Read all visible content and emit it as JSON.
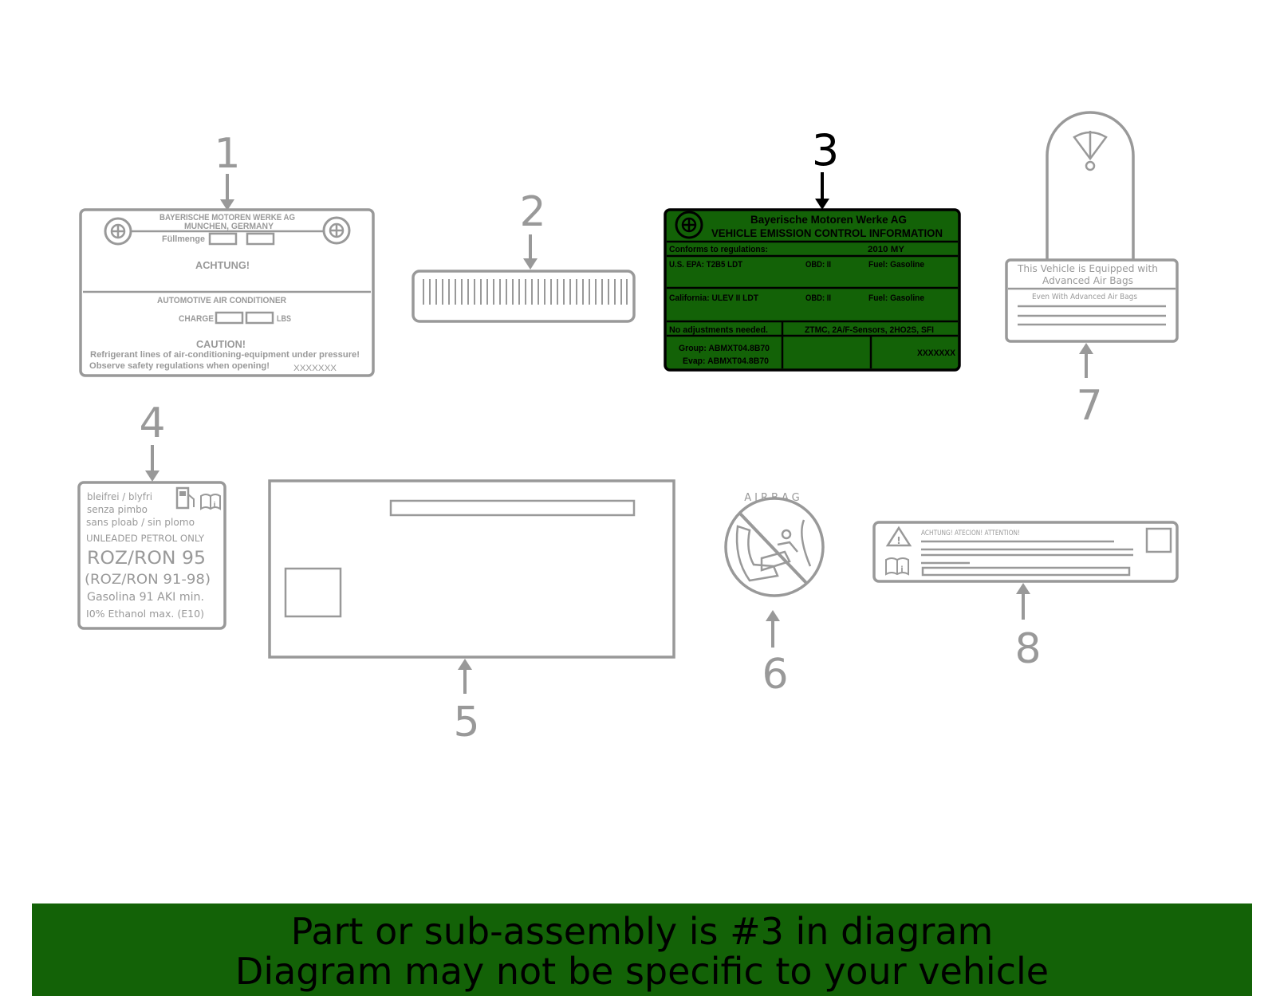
{
  "colors": {
    "line": "#999999",
    "highlight": "#136207",
    "highlight_ink": "#000000"
  },
  "callouts": {
    "c1": "1",
    "c2": "2",
    "c3": "3",
    "c4": "4",
    "c5": "5",
    "c6": "6",
    "c7": "7",
    "c8": "8"
  },
  "label1": {
    "maker": "BAYERISCHE MOTOREN WERKE AG",
    "city": "MUNCHEN, GERMANY",
    "fill": "Füllmenge",
    "warn": "ACHTUNG!",
    "ac": "AUTOMOTIVE AIR CONDITIONER",
    "charge": "CHARGE",
    "lbs": "LBS",
    "caution": "CAUTION!",
    "line1": "Refrigerant lines of air-conditioning-equipment under pressure!",
    "line2": "Observe safety regulations when opening!",
    "code": "XXXXXXX"
  },
  "label3": {
    "maker": "Bayerische Motoren Werke AG",
    "title": "VEHICLE EMISSION CONTROL INFORMATION",
    "conforms": "Conforms to regulations:",
    "year": "2010 MY",
    "epa": "U.S. EPA: T2B5 LDT",
    "obd1": "OBD: II",
    "fuel1": "Fuel: Gasoline",
    "calif": "California: ULEV II LDT",
    "obd2": "OBD: II",
    "fuel2": "Fuel: Gasoline",
    "noadj": "No adjustments needed.",
    "sensors": "ZTMC, 2A/F-Sensors, 2HO2S, SFI",
    "group": "Group: ABMXT04.8B70",
    "evap": "Evap: ABMXT04.8B70",
    "code": "XXXXXXX"
  },
  "label4": {
    "l1": "bleifrei / blyfri",
    "l2": "senza pimbo",
    "l3": "sans ploab  / sin plomo",
    "l4": "UNLEADED PETROL ONLY",
    "l5": "ROZ/RON 95",
    "l6": "(ROZ/RON 91-98)",
    "l7": "Gasolina 91 AKI min.",
    "l8": "I0% Ethanol max. (E10)"
  },
  "label6": {
    "word": "AIRBAG"
  },
  "label7": {
    "l1": "This Vehicle is Equipped with",
    "l2": "Advanced Air Bags",
    "l3": "Even With Advanced Air Bags"
  },
  "label8": {
    "warn": "ACHTUNG!  ATECION!  ATTENTION!"
  },
  "banner": {
    "line1": "Part or sub-assembly is #3 in diagram",
    "line2": "Diagram may not be specific to your vehicle"
  }
}
